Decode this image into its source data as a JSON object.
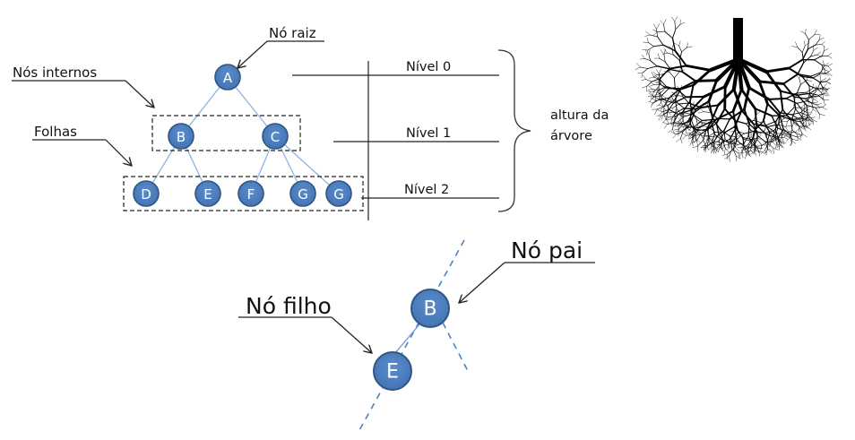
{
  "colors": {
    "node_fill": "#4f81bd",
    "node_stroke": "#385d8a",
    "edge": "#8eb4e3",
    "text": "#111111",
    "root_fill": "#000000"
  },
  "labels": {
    "root": "Nó raiz",
    "internal": "Nós internos",
    "leaves": "Folhas",
    "level0": "Nível 0",
    "level1": "Nível 1",
    "level2": "Nível 2",
    "height_line1": "altura da",
    "height_line2": "árvore",
    "parent": "Nó pai",
    "child": "Nó filho"
  },
  "tree": {
    "nodes": [
      {
        "id": "A",
        "label": "A",
        "level": 0
      },
      {
        "id": "B",
        "label": "B",
        "level": 1
      },
      {
        "id": "C",
        "label": "C",
        "level": 1
      },
      {
        "id": "D",
        "label": "D",
        "level": 2
      },
      {
        "id": "E",
        "label": "E",
        "level": 2
      },
      {
        "id": "F",
        "label": "F",
        "level": 2
      },
      {
        "id": "G1",
        "label": "G",
        "level": 2
      },
      {
        "id": "G2",
        "label": "G",
        "level": 2
      }
    ],
    "edges": [
      [
        "A",
        "B"
      ],
      [
        "A",
        "C"
      ],
      [
        "B",
        "D"
      ],
      [
        "B",
        "E"
      ],
      [
        "C",
        "F"
      ],
      [
        "C",
        "G1"
      ],
      [
        "C",
        "G2"
      ]
    ]
  },
  "detail": {
    "parent": {
      "label": "B"
    },
    "child": {
      "label": "E"
    }
  },
  "image": {
    "name": "tree-roots-illustration"
  }
}
